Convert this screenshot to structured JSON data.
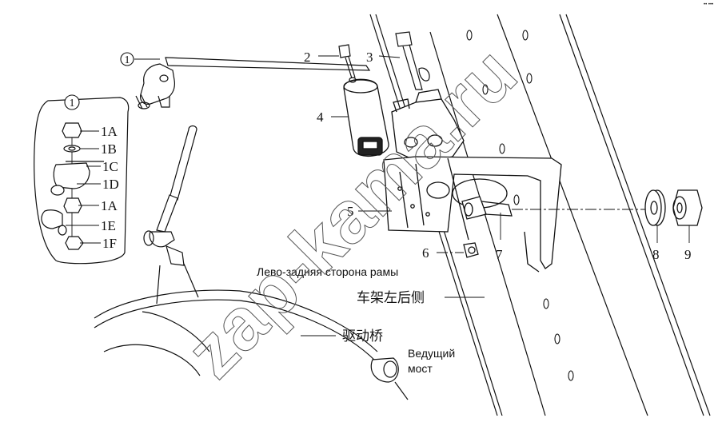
{
  "callouts": {
    "c1": "1",
    "c2": "2",
    "c3": "3",
    "c4": "4",
    "c5": "5",
    "c6": "6",
    "c7": "7",
    "c8": "8",
    "c9": "9"
  },
  "detail": {
    "header": "1",
    "items": [
      "1A",
      "1B",
      "1C",
      "1D",
      "1A",
      "1E",
      "1F"
    ]
  },
  "labels": {
    "frame_ru": "Лево-задняя сторона рамы",
    "frame_cn": "车架左后侧",
    "axle_cn": "驱动桥",
    "axle_ru_1": "Ведущий",
    "axle_ru_2": "мост"
  },
  "watermark": "zap-kama.ru",
  "corner_mark": "•• •••"
}
